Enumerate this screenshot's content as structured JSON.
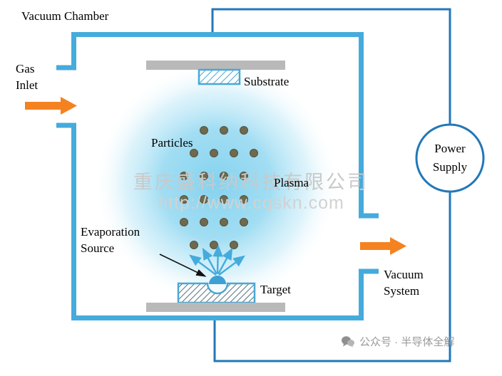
{
  "labels": {
    "vacuum_chamber": "Vacuum Chamber",
    "gas_inlet": "Gas Inlet",
    "substrate": "Substrate",
    "particles": "Particles",
    "plasma": "Plasma",
    "evaporation_source": "Evaporation Source",
    "target": "Target",
    "vacuum_system": "Vacuum System",
    "power_supply": "Power Supply"
  },
  "watermark": {
    "company": "重庆盛科纳科技有限公司",
    "url": "http://www.cqskn.com",
    "footer_text": "公众号 · 半导体全解"
  },
  "icons": {
    "wechat_icon": "wechat-official-account-logo"
  },
  "colors": {
    "chamber_wall": "#45ABDC",
    "power_wire": "#2377B8",
    "arrow_orange": "#F58220",
    "plasma_blue": "#7FD0EE",
    "particle_dot": "#6E6A50",
    "holder_gray": "#B9B9B9",
    "dome_blue": "#3E9FD4",
    "watermark_gray": "#C9C9C9",
    "footer_gray": "#9A9A9A"
  }
}
